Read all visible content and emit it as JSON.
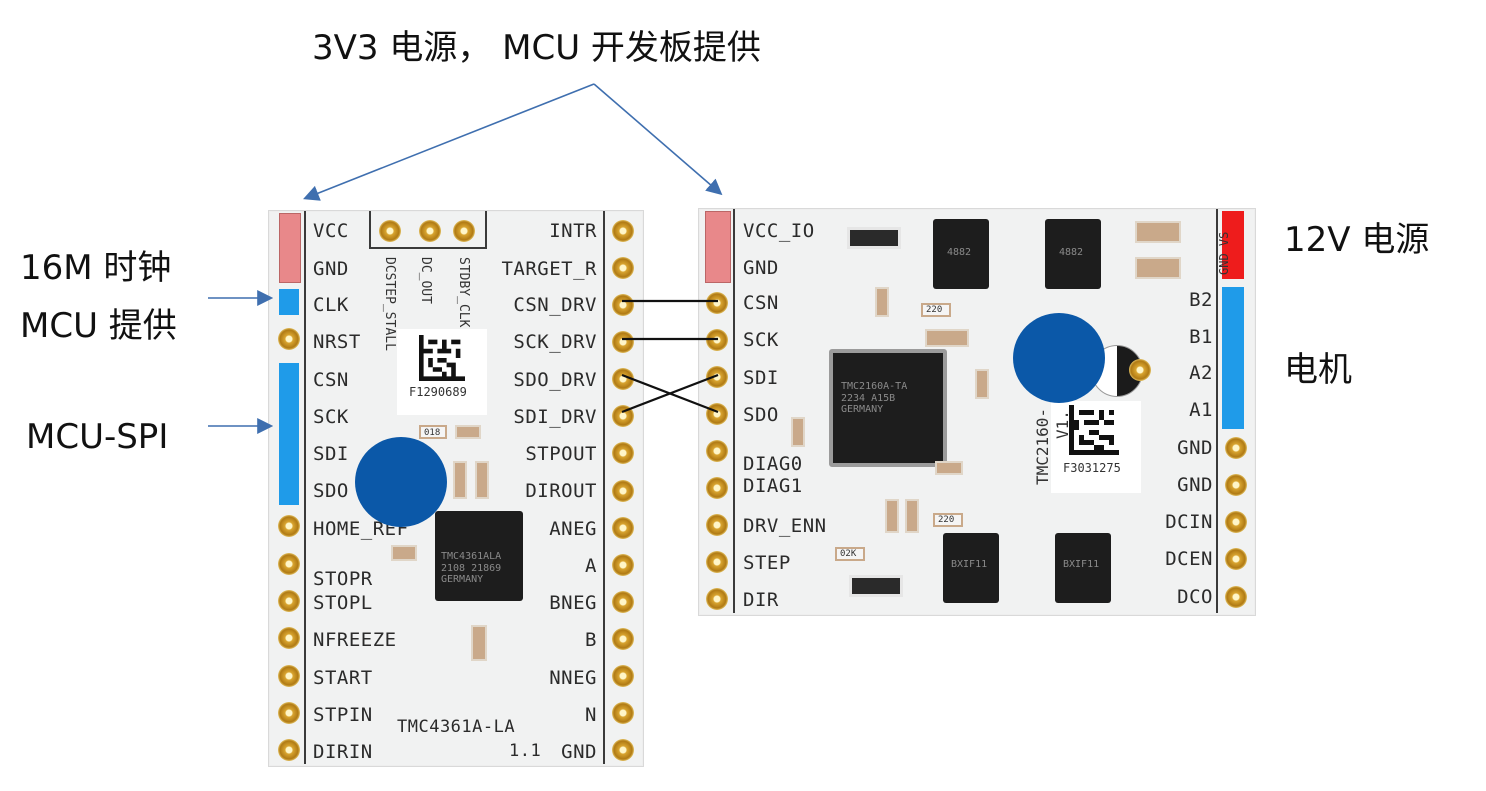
{
  "annotations": {
    "top": "3V3 电源， MCU 开发板提供",
    "clock_line1": "16M 时钟",
    "clock_line2": "MCU 提供",
    "spi": "MCU-SPI",
    "power12": "12V 电源",
    "motor": "电机"
  },
  "left_board": {
    "left_pins": [
      "VCC",
      "GND",
      "CLK",
      "NRST",
      "CSN",
      "SCK",
      "SDI",
      "SDO",
      "HOME_REF",
      "STOPR",
      "STOPL",
      "NFREEZE",
      "START",
      "STPIN",
      "DIRIN"
    ],
    "right_pins": [
      "INTR",
      "TARGET_R",
      "CSN_DRV",
      "SCK_DRV",
      "SDO_DRV",
      "SDI_DRV",
      "STPOUT",
      "DIROUT",
      "ANEG",
      "A",
      "BNEG",
      "B",
      "NNEG",
      "N",
      "GND"
    ],
    "top_vertical": [
      "DCSTEP_STALL",
      "DC_OUT",
      "STDBY_CLK"
    ],
    "chip_text": "TMC4361ALA\n2108 21869\nGERMANY",
    "qr_code": "F1290689",
    "name": "TMC4361A-LA",
    "version": "1.1",
    "part_018": "018"
  },
  "right_board": {
    "left_pins": [
      "VCC_IO",
      "GND",
      "CSN",
      "SCK",
      "SDI",
      "SDO",
      "DIAG0",
      "DIAG1",
      "DRV_ENN",
      "STEP",
      "DIR"
    ],
    "right_pins": [
      "B2",
      "B1",
      "A2",
      "A1",
      "GND",
      "GND",
      "DCIN",
      "DCEN",
      "DCO"
    ],
    "top_right": "GND VS",
    "chip_text": "TMC2160A-TA\n2234 A15B\nGERMANY",
    "qr_code": "F3031275",
    "side_text": "TMC2160-",
    "side_version": "V1.",
    "mosfet_text": "4882",
    "mosfet_sub": "BXIF11",
    "part_220": "220",
    "part_02k": "02K"
  },
  "colors": {
    "power_marker": "#e8888a",
    "clock_marker": "#1f9be9",
    "spi_marker": "#1f9be9",
    "v12_marker": "#ee1c1c",
    "motor_marker": "#1f9be9",
    "arrow": "#3f6faf"
  }
}
